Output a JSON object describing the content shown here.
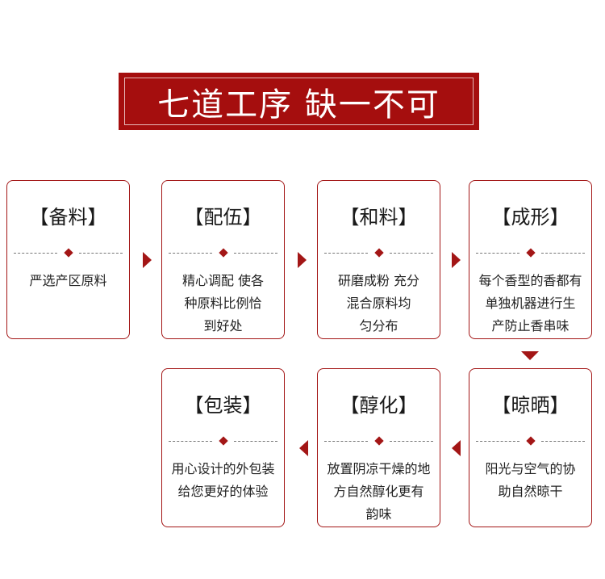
{
  "banner": {
    "title": "七道工序 缺一不可"
  },
  "colors": {
    "accent": "#a31616",
    "banner_bg": "#a50e0e"
  },
  "steps": [
    {
      "title": "【备料】",
      "lines": [
        "严选产区原料"
      ]
    },
    {
      "title": "【配伍】",
      "lines": [
        "精心调配 使各",
        "种原料比例恰",
        "到好处"
      ]
    },
    {
      "title": "【和料】",
      "lines": [
        "研磨成粉 充分",
        "混合原料均",
        "匀分布"
      ]
    },
    {
      "title": "【成形】",
      "lines": [
        "每个香型的香都有",
        "单独机器进行生",
        "产防止香串味"
      ]
    },
    {
      "title": "【晾晒】",
      "lines": [
        "阳光与空气的协",
        "助自然晾干"
      ]
    },
    {
      "title": "【醇化】",
      "lines": [
        "放置阴凉干燥的地",
        "方自然醇化更有",
        "韵味"
      ]
    },
    {
      "title": "【包装】",
      "lines": [
        "用心设计的外包装",
        "给您更好的体验"
      ]
    }
  ]
}
